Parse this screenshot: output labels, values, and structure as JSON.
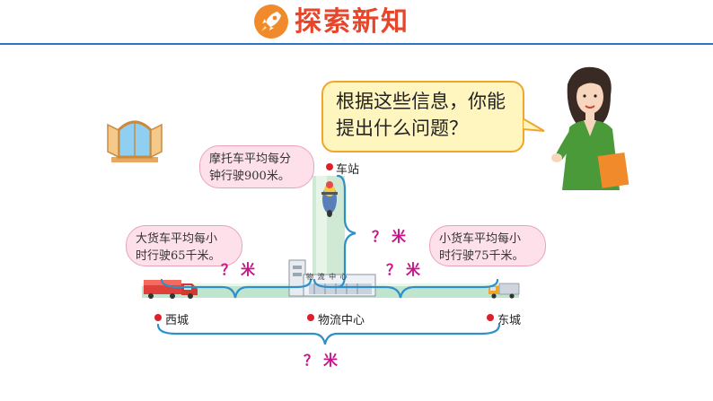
{
  "header": {
    "title": "探索新知",
    "logo_icon": "rocket-icon"
  },
  "teacher": {
    "speech": [
      "根据这些信息，你能",
      "提出什么问题？"
    ]
  },
  "bubbles": {
    "motorcycle": [
      "摩托车平均每分",
      "钟行驶900米。"
    ],
    "big_truck": [
      "大货车平均每小",
      "时行驶65千米。"
    ],
    "small_truck": [
      "小货车平均每小",
      "时行驶75千米。"
    ]
  },
  "places": {
    "station": "车站",
    "west": "西城",
    "center": "物流中心",
    "east": "东城",
    "building_sign": "物 流 中 心"
  },
  "questions": {
    "station": "？米",
    "west": "？米",
    "east": "？米",
    "total": "？米"
  },
  "colors": {
    "accent": "#2f74c0",
    "title": "#e8462a",
    "question": "#c8128a",
    "brace": "#2f8fc9",
    "road": "#bfe5cf",
    "dot": "#e01d2a"
  }
}
